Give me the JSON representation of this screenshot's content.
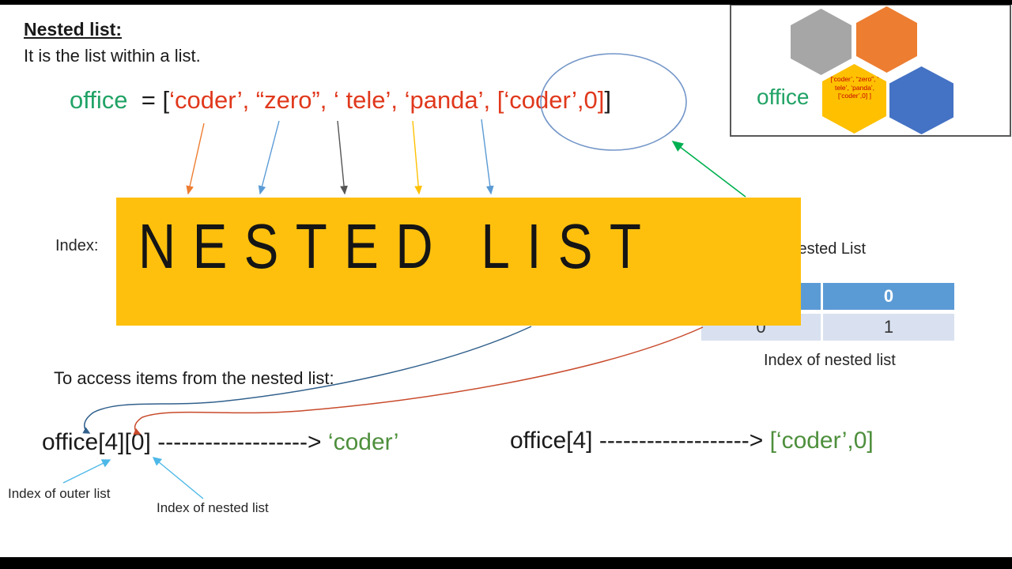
{
  "header": {
    "title": "Nested list:",
    "subtitle": "It is the list within a list."
  },
  "code_line": {
    "var": "office",
    "assign": "  = [",
    "items": "‘coder’, “zero”, ‘ tele’, ‘panda’, [‘coder’,0]",
    "close_bracket": "]"
  },
  "banner": {
    "text": "NESTED LIST",
    "color": "#FFC00D"
  },
  "index_label": "Index:",
  "nested_table": {
    "title": "Nested List",
    "header": [
      "",
      "0"
    ],
    "row": [
      "0",
      "1"
    ],
    "caption": "Index of nested list",
    "header_color": "#5B9BD5",
    "row_color": "#D9E1F0"
  },
  "access": {
    "intro": "To access items from the nested list:",
    "example1": {
      "expr": "office[4][0]",
      "arrow": "------------------->",
      "result": "‘coder’"
    },
    "example2": {
      "expr": "office[4]",
      "arrow": "------------------->",
      "result": "[‘coder’,0]"
    },
    "label_outer": "Index of outer list",
    "label_nested": "Index of nested list"
  },
  "legend": {
    "var_label": "office",
    "hexagon_text": "[‘coder’, “zero”, ‘ tele’, ‘panda’,[‘coder’,0] ]",
    "hex_colors": {
      "gray": "#A6A6A6",
      "orange": "#ED7D31",
      "yellow": "#FFC000",
      "blue": "#4472C4"
    }
  },
  "annotation_colors": {
    "arrow_orange": "#ED7D31",
    "arrow_blue": "#5B9BD5",
    "arrow_dark": "#555555",
    "arrow_gold": "#FFC000",
    "arrow_green": "#00B050",
    "curve_navy": "#31608C",
    "curve_red": "#C84A2B",
    "arrow_cyan": "#4DB8E8",
    "ellipse_blue": "#7396C8",
    "code_red": "#E0381C",
    "code_green": "#21A366",
    "result_green": "#4E8F3C"
  }
}
